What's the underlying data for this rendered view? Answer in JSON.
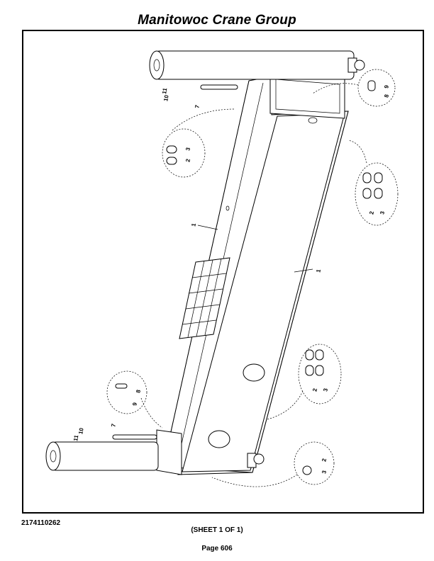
{
  "header": {
    "title": "Manitowoc Crane Group"
  },
  "footer": {
    "part_number": "2174110262",
    "sheet": "(SHEET 1 OF 1)",
    "page": "Page 606"
  },
  "callouts": {
    "c1a": "1",
    "c1b": "1",
    "c2a": "2",
    "c2b": "2",
    "c2c": "2",
    "c2d": "2",
    "c3a": "3",
    "c3b": "3",
    "c3c": "3",
    "c3d": "3",
    "c7a": "7",
    "c7b": "7",
    "c8a": "8",
    "c8b": "8",
    "c9a": "9",
    "c9b": "9",
    "c10a": "10",
    "c10b": "10",
    "c11a": "11",
    "c11b": "11"
  }
}
